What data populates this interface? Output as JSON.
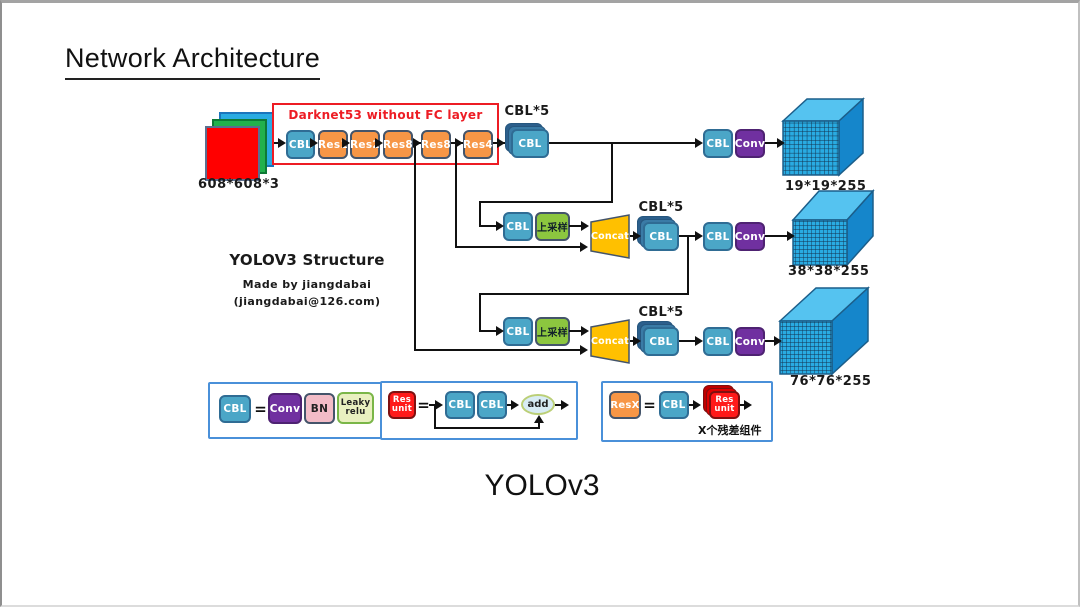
{
  "slide": {
    "title": "Network Architecture",
    "caption": "YOLOv3"
  },
  "input": {
    "label": "608*608*3"
  },
  "darknet": {
    "title": "Darknet53 without FC layer",
    "blocks": [
      "CBL",
      "Res1",
      "Res2",
      "Res8",
      "Res8",
      "Res4"
    ]
  },
  "labels": {
    "cbl": "CBL",
    "cbl5": "CBL*5",
    "conv": "Conv",
    "concat": "Concat",
    "upsample": "上采样",
    "eq": "=",
    "bn": "BN",
    "leaky_line1": "Leaky",
    "leaky_line2": "relu",
    "res_line1": "Res",
    "res_line2": "unit",
    "resx": "ResX",
    "add": "add"
  },
  "outputs": {
    "scale1": "19*19*255",
    "scale2": "38*38*255",
    "scale3": "76*76*255"
  },
  "credit": {
    "line1": "YOLOV3 Structure",
    "line2": "Made by jiangdabai",
    "line3": "(jiangdabai@126.com)"
  },
  "legend_note": "X个残差组件",
  "colors": {
    "cbl_fill": "#4BA6C7",
    "cbl_border": "#2F6C94",
    "res_fill": "#F79646",
    "res_border": "#44546A",
    "conv_fill": "#7030A0",
    "conv_border": "#4E2272",
    "up_fill": "#8CC63F",
    "bn_fill": "#F2BCC7",
    "leaky_fill": "#E9F0C0",
    "leaky_border": "#7AB648",
    "runit_fill": "#FF1A1A",
    "runit_border": "#7F1010",
    "concat_fill": "#FFC000",
    "add_fill": "#D8ECF4",
    "add_border": "#BBCF77",
    "cube_front": "#29ABE2",
    "cube_top": "#55C3F0",
    "cube_side": "#1586CB",
    "darknet_border": "#ED1C24",
    "legend_border": "#4A90D9",
    "input_blue": "#29ABE2",
    "input_green": "#22B14C",
    "input_red": "#FF0000"
  }
}
